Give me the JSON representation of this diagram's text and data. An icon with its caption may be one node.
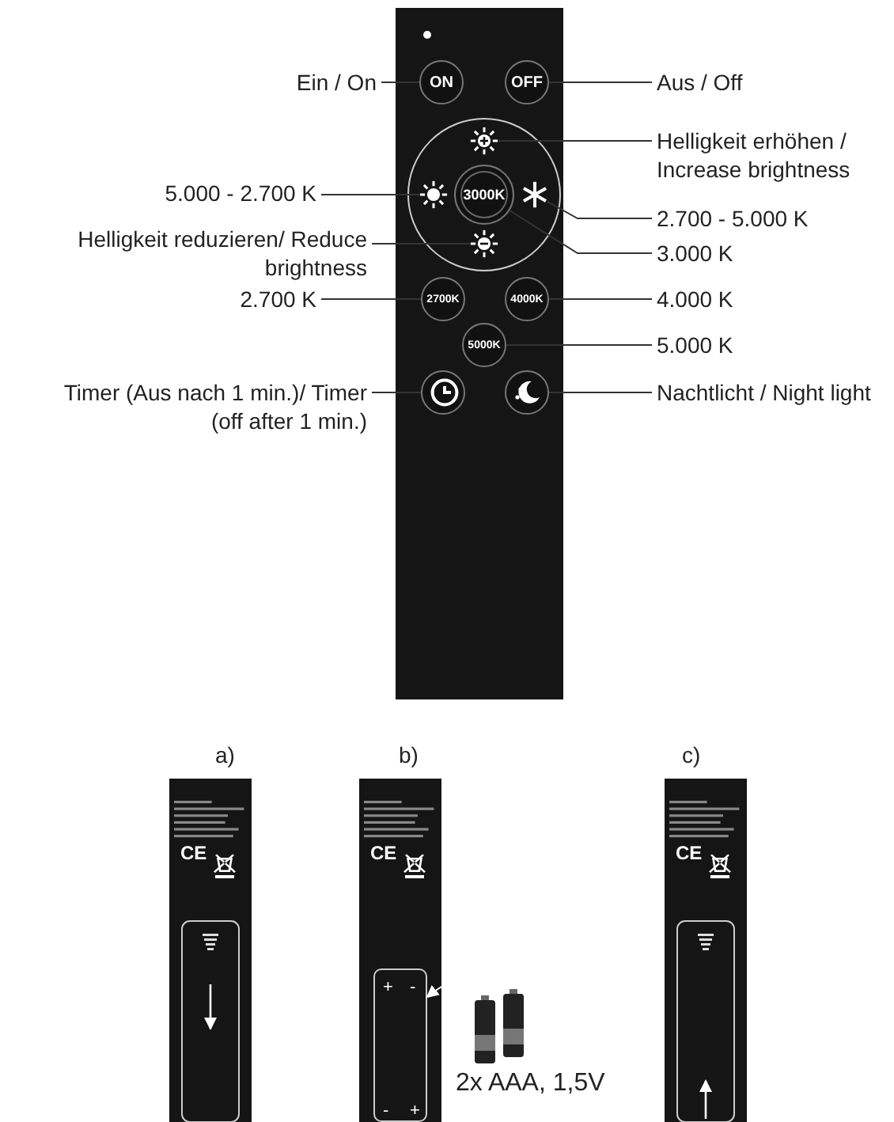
{
  "diagram": {
    "nodes": [
      {
        "text": [
          "Ein / On"
        ]
      },
      {
        "text": [
          "ON"
        ]
      },
      {
        "text": [
          "OFF"
        ]
      },
      {
        "text": [
          "Aus / Off"
        ]
      },
      {
        "text": [],
        "shape": "icon"
      },
      {
        "text": [
          "Helligkeit erhöhen / Increase brightness"
        ]
      },
      {
        "text": [
          "5.000 - 2.700 K"
        ]
      },
      {
        "text": [],
        "shape": "icon"
      },
      {
        "text": [
          "3000K"
        ]
      },
      {
        "text": [],
        "shape": "icon"
      },
      {
        "text": [
          "2.700 - 5.000 K"
        ]
      },
      {
        "text": [
          "Helligkeit reduzieren/ Reduce brightness"
        ]
      },
      {
        "text": [],
        "shape": "icon"
      },
      {
        "text": [
          "3.000 K"
        ]
      },
      {
        "text": [
          "2.700 K"
        ]
      },
      {
        "text": [
          "2700K"
        ]
      },
      {
        "text": [
          "4000K"
        ]
      },
      {
        "text": [
          "4.000 K"
        ]
      },
      {
        "text": [
          "5000K"
        ]
      },
      {
        "text": [
          "5.000 K"
        ]
      },
      {
        "text": [
          "Timer (Aus nach 1 min.)/ Timer (off after 1 min.)"
        ]
      },
      {
        "text": [],
        "shape": "circle"
      },
      {
        "text": [],
        "shape": "circle"
      },
      {
        "text": [
          "Nachtlicht / Night light"
        ]
      },
      {
        "text": [],
        "shape": "battery",
        "beside": [
          "2x AAA, 1,5V"
        ]
      },
      {
        "text": [],
        "shape": "box"
      }
    ],
    "edges": [
      {
        "from": 0,
        "to": 1,
        "arrow": "none"
      },
      {
        "from": 3,
        "to": 2,
        "arrow": "none"
      },
      {
        "from": 5,
        "to": 4,
        "arrow": "none"
      },
      {
        "from": 6,
        "to": 7,
        "arrow": "none"
      },
      {
        "from": 10,
        "to": 9,
        "arrow": "none"
      },
      {
        "from": 11,
        "to": 12,
        "arrow": "none"
      },
      {
        "from": 13,
        "to": 8,
        "arrow": "none"
      },
      {
        "from": 14,
        "to": 15,
        "arrow": "none"
      },
      {
        "from": 17,
        "to": 16,
        "arrow": "none"
      },
      {
        "from": 19,
        "to": 18,
        "arrow": "none"
      },
      {
        "from": 20,
        "to": 21,
        "arrow": "none"
      },
      {
        "from": 23,
        "to": 22,
        "arrow": "none"
      },
      {
        "from": 24,
        "to": 25,
        "arrow": "to",
        "color": "#ffffff"
      }
    ],
    "labels": [
      "a)",
      "b)",
      "c)",
      "CE",
      "CE",
      "CE",
      "+",
      "-",
      "-",
      "+"
    ]
  }
}
